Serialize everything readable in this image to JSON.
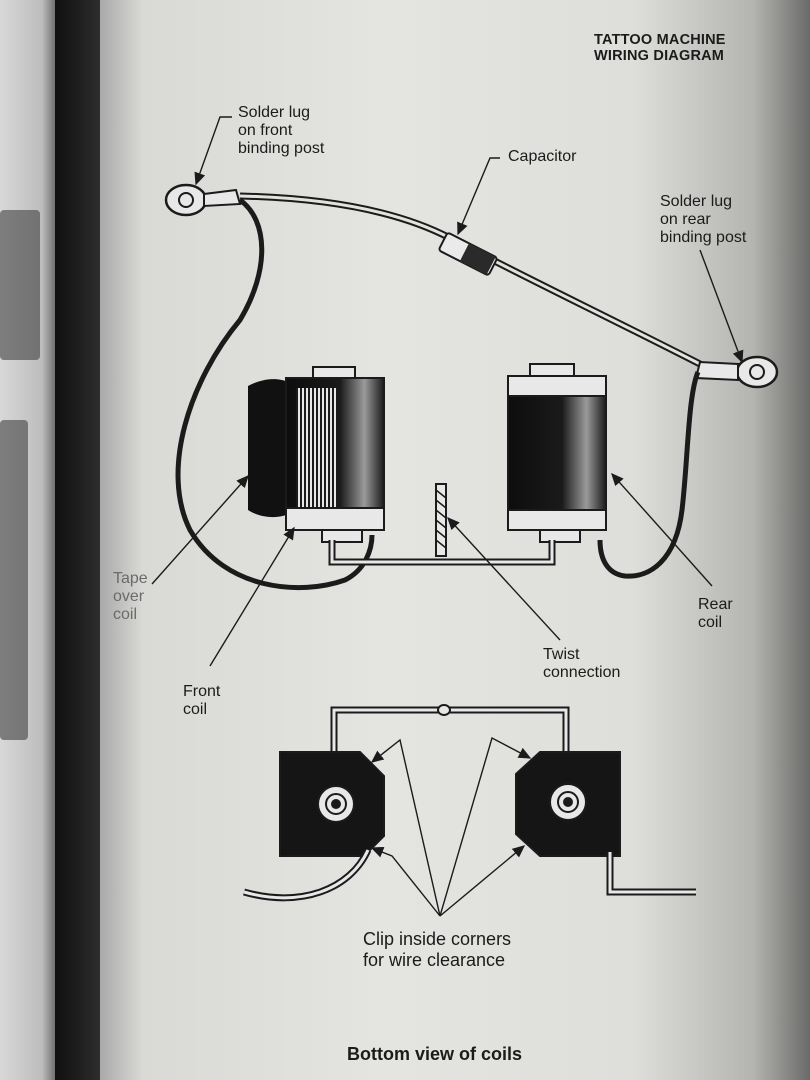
{
  "diagram": {
    "title_line1": "TATTOO MACHINE",
    "title_line2": "WIRING DIAGRAM",
    "labels": {
      "solder_lug_front": "Solder lug\non front\nbinding post",
      "capacitor": "Capacitor",
      "solder_lug_rear": "Solder lug\non rear\nbinding post",
      "tape_over_coil": "Tape\nover\ncoil",
      "rear_coil": "Rear\ncoil",
      "twist_connection": "Twist\nconnection",
      "front_coil": "Front\ncoil",
      "clip_corners": "Clip inside corners\nfor wire clearance"
    },
    "caption": "Bottom view of coils"
  }
}
